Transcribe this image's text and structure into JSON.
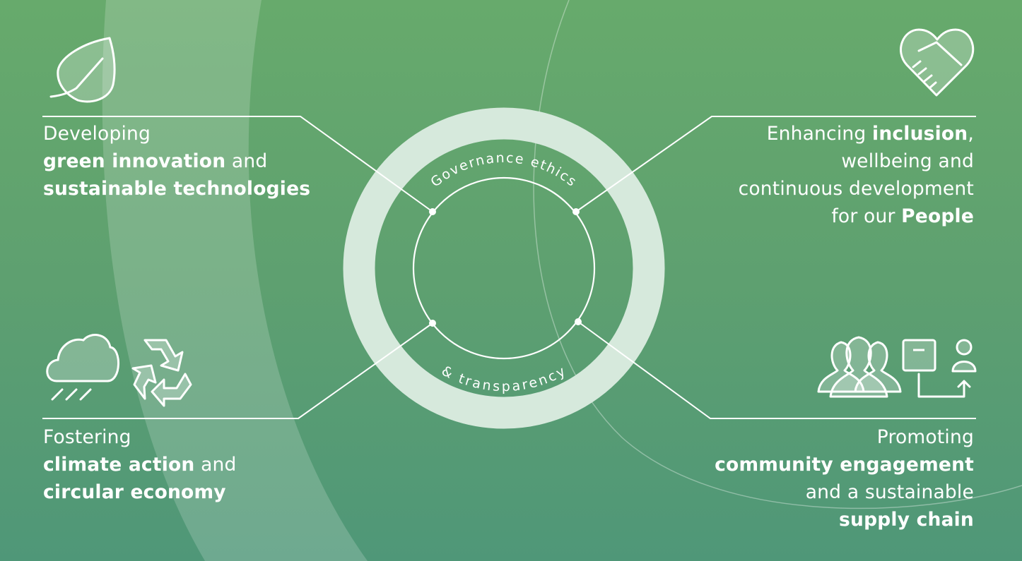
{
  "center": {
    "top_arc_text": "Governance ethics",
    "bottom_arc_text": "& transparency"
  },
  "pillars": [
    {
      "icon": "leaf-icon",
      "lines": [
        [
          "Developing",
          ""
        ],
        [
          "green innovation",
          " and"
        ],
        [
          "sustainable technologies",
          ""
        ]
      ]
    },
    {
      "icon": "heart-handshake-icon",
      "lines": [
        [
          "Enhancing ",
          "inclusion",
          ","
        ],
        [
          "wellbeing and"
        ],
        [
          "continuous development"
        ],
        [
          "for our ",
          "People"
        ]
      ]
    },
    {
      "icon": "cloud-rain-recycle-icon",
      "lines": [
        [
          "Fostering"
        ],
        [
          "climate action",
          " and"
        ],
        [
          "circular economy"
        ]
      ]
    },
    {
      "icon": "people-supply-chain-icon",
      "lines": [
        [
          "Promoting"
        ],
        [
          "community engagement"
        ],
        [
          "and a sustainable"
        ],
        [
          "supply chain"
        ]
      ]
    }
  ],
  "colors": {
    "bg_top": "#67aa6c",
    "bg_bottom": "#4f9778",
    "ring": "#d6e9dc"
  }
}
